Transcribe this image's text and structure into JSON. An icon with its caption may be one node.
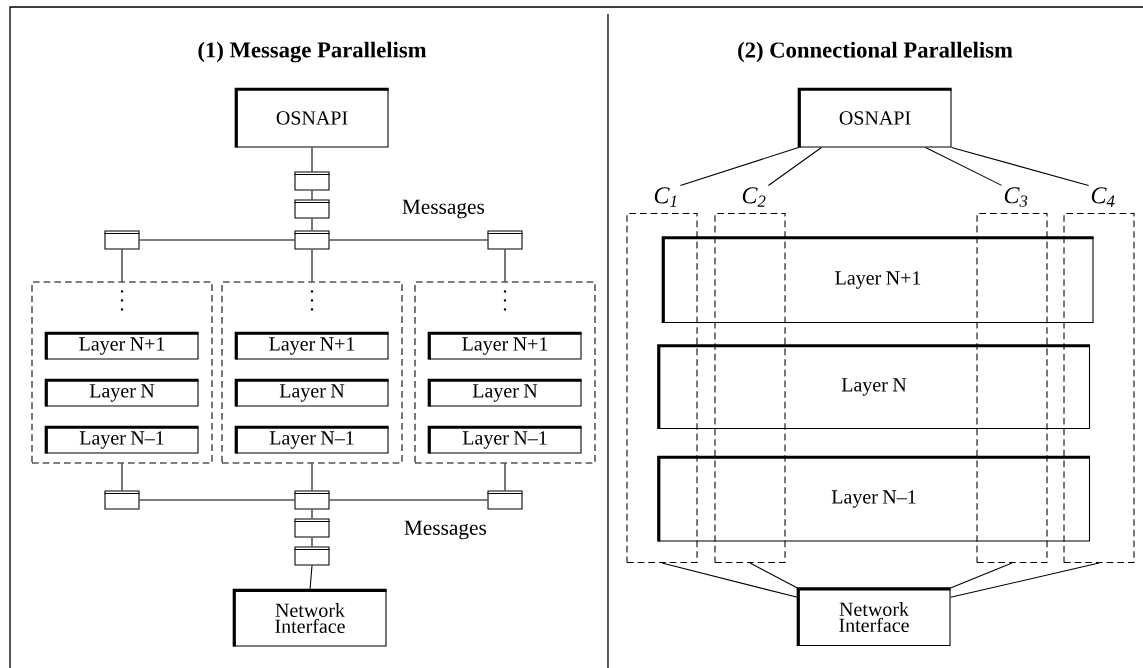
{
  "diagram": {
    "nodes": [
      {
        "text": [
          "OSNAPI"
        ]
      },
      {
        "text": [],
        "shape": "box"
      },
      {
        "text": [],
        "shape": "box"
      },
      {
        "text": [],
        "shape": "box"
      },
      {
        "text": [],
        "shape": "box"
      },
      {
        "text": [],
        "shape": "box"
      },
      {
        "text": [],
        "shape": "box"
      },
      {
        "text": [
          "Layer N+1"
        ],
        "in": 6
      },
      {
        "text": [
          "Layer N"
        ],
        "in": 6
      },
      {
        "text": [
          "Layer N–1"
        ],
        "in": 6
      },
      {
        "text": [],
        "shape": "box"
      },
      {
        "text": [
          "Layer N+1"
        ],
        "in": 10
      },
      {
        "text": [
          "Layer N"
        ],
        "in": 10
      },
      {
        "text": [
          "Layer N–1"
        ],
        "in": 10
      },
      {
        "text": [],
        "shape": "box"
      },
      {
        "text": [
          "Layer N+1"
        ],
        "in": 14
      },
      {
        "text": [
          "Layer N"
        ],
        "in": 14
      },
      {
        "text": [
          "Layer N–1"
        ],
        "in": 14
      },
      {
        "text": [],
        "shape": "box"
      },
      {
        "text": [],
        "shape": "box"
      },
      {
        "text": [],
        "shape": "box"
      },
      {
        "text": [],
        "shape": "box"
      },
      {
        "text": [],
        "shape": "box"
      },
      {
        "text": [
          "Network Interface"
        ]
      },
      {
        "text": [
          "OSNAPI"
        ]
      },
      {
        "text": [
          "C$_{1}$"
        ]
      },
      {
        "text": [
          "C$_{2}$"
        ]
      },
      {
        "text": [
          "C$_{3}$"
        ]
      },
      {
        "text": [
          "C$_{4}$"
        ]
      },
      {
        "text": [
          "Layer N+1"
        ]
      },
      {
        "text": [
          "Layer N"
        ]
      },
      {
        "text": [
          "Layer N–1"
        ]
      },
      {
        "text": [
          "Network Interface"
        ]
      }
    ],
    "edges": [
      {
        "from": 0,
        "to": 1,
        "arrow": "none"
      },
      {
        "from": 1,
        "to": 2,
        "arrow": "none"
      },
      {
        "from": 2,
        "to": 4,
        "arrow": "none"
      },
      {
        "from": 4,
        "to": 3,
        "arrow": "none"
      },
      {
        "from": 4,
        "to": 5,
        "arrow": "none"
      },
      {
        "from": 3,
        "to": 6,
        "arrow": "none"
      },
      {
        "from": 4,
        "to": 10,
        "arrow": "none"
      },
      {
        "from": 5,
        "to": 14,
        "arrow": "none"
      },
      {
        "from": 6,
        "to": 18,
        "arrow": "none"
      },
      {
        "from": 10,
        "to": 19,
        "arrow": "none"
      },
      {
        "from": 14,
        "to": 20,
        "arrow": "none"
      },
      {
        "from": 18,
        "to": 19,
        "arrow": "none"
      },
      {
        "from": 19,
        "to": 20,
        "arrow": "none"
      },
      {
        "from": 19,
        "to": 21,
        "arrow": "none"
      },
      {
        "from": 21,
        "to": 22,
        "arrow": "none"
      },
      {
        "from": 22,
        "to": 23,
        "arrow": "none"
      },
      {
        "from": 24,
        "to": 25,
        "arrow": "none"
      },
      {
        "from": 24,
        "to": 26,
        "arrow": "none"
      },
      {
        "from": 24,
        "to": 27,
        "arrow": "none"
      },
      {
        "from": 24,
        "to": 28,
        "arrow": "none"
      },
      {
        "from": 25,
        "to": 32,
        "arrow": "none"
      },
      {
        "from": 26,
        "to": 32,
        "arrow": "none"
      },
      {
        "from": 27,
        "to": 32,
        "arrow": "none"
      },
      {
        "from": 28,
        "to": 32,
        "arrow": "none"
      }
    ],
    "labels": [
      "(1) Message Parallelism",
      "Messages",
      "Messages",
      "(2) Connectional Parallelism"
    ]
  }
}
